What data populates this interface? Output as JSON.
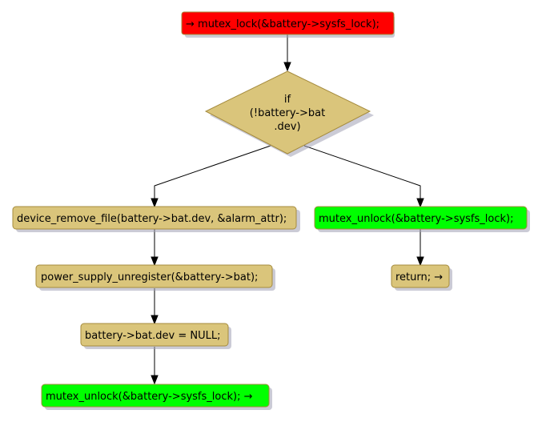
{
  "colors": {
    "red": "#ff0000",
    "green": "#00ff00",
    "tan": "#dac57b",
    "border": "#a58b3e",
    "shadow": "#a0a0b4",
    "edge": "#000000"
  },
  "nodes": {
    "start": {
      "label": "→ mutex_lock(&battery->sysfs_lock);",
      "color": "red"
    },
    "decision": {
      "lines": [
        "if",
        "(!battery->bat",
        ".dev)"
      ],
      "color": "tan"
    },
    "remove_file": {
      "label": "device_remove_file(battery->bat.dev, &alarm_attr);",
      "color": "tan"
    },
    "unregister": {
      "label": "power_supply_unregister(&battery->bat);",
      "color": "tan"
    },
    "null_dev": {
      "label": "battery->bat.dev = NULL;",
      "color": "tan"
    },
    "unlock_end": {
      "label": "mutex_unlock(&battery->sysfs_lock); →",
      "color": "green"
    },
    "unlock_right": {
      "label": "mutex_unlock(&battery->sysfs_lock);",
      "color": "green"
    },
    "return": {
      "label": "return; →",
      "color": "tan"
    }
  }
}
